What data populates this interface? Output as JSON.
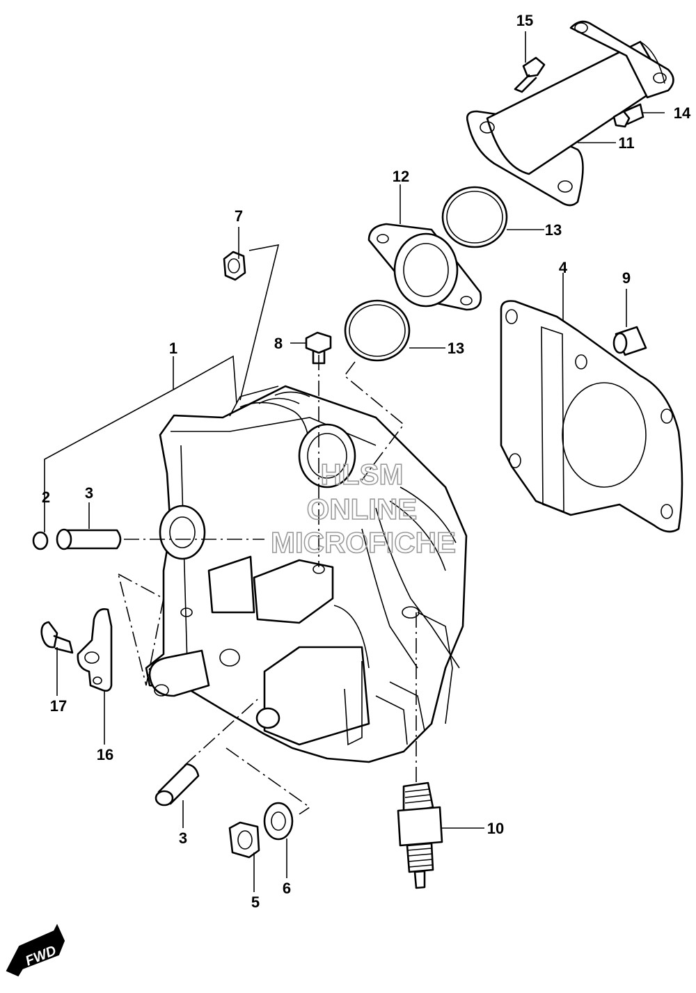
{
  "callouts": {
    "c1": "1",
    "c2": "2",
    "c3a": "3",
    "c3b": "3",
    "c4": "4",
    "c5": "5",
    "c6": "6",
    "c7": "7",
    "c8": "8",
    "c9": "9",
    "c10": "10",
    "c11": "11",
    "c12": "12",
    "c13a": "13",
    "c13b": "13",
    "c14": "14",
    "c15": "15",
    "c16": "16",
    "c17": "17"
  },
  "watermark": {
    "line1": "HLSM",
    "line2": "ONLINE",
    "line3": "MICROFICHE"
  },
  "fwd_label": "FWD",
  "colors": {
    "line": "#000000",
    "background": "#ffffff",
    "watermark": "#9a9a9a"
  }
}
